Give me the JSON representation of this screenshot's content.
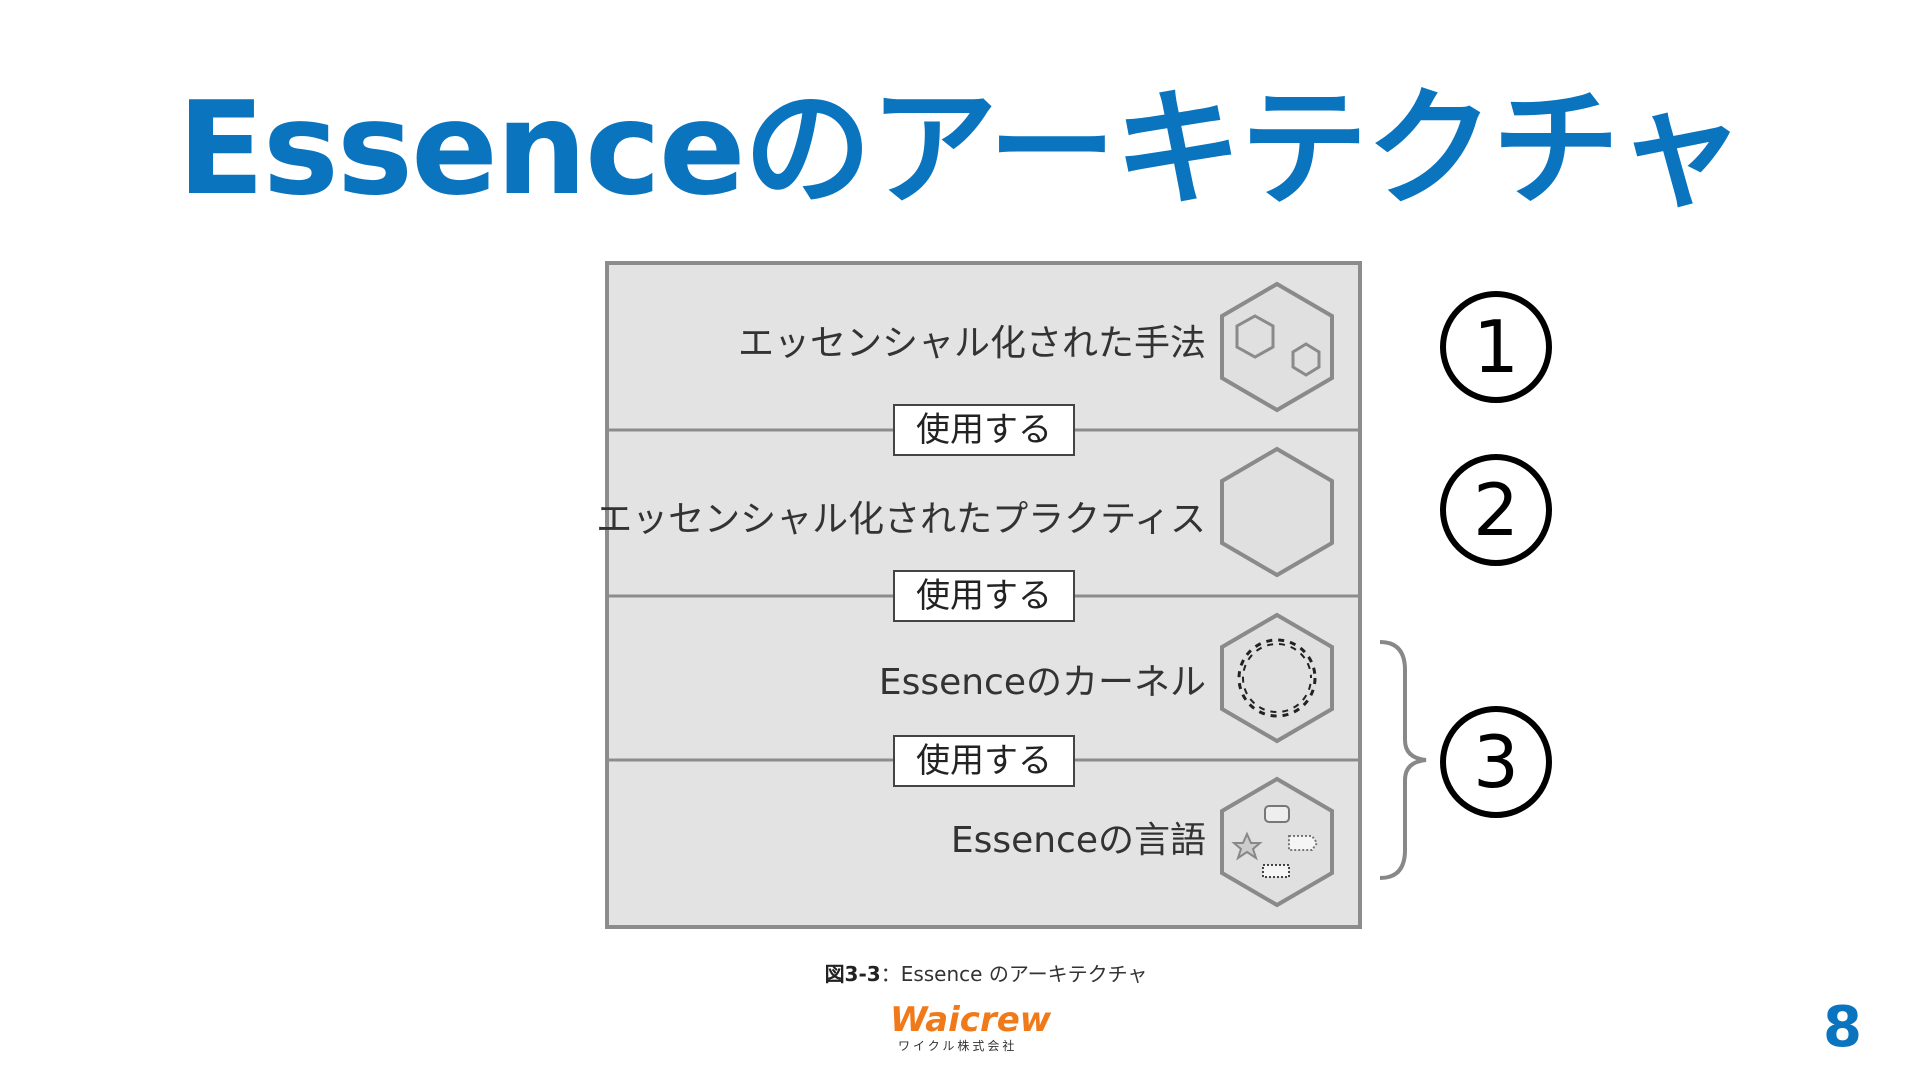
{
  "title": "Essenceのアーキテクチャ",
  "layers": [
    {
      "label": "エッセンシャル化された手法",
      "icon": "two-hexagons-icon",
      "number": "1"
    },
    {
      "label": "エッセンシャル化されたプラクティス",
      "icon": "plain-hexagon-icon",
      "number": "2"
    },
    {
      "label": "Essenceのカーネル",
      "icon": "gear-hexagon-icon"
    },
    {
      "label": "Essenceの言語",
      "icon": "language-symbols-hexagon-icon"
    }
  ],
  "uses_label": "使用する",
  "group_number": "3",
  "caption": {
    "fig": "図3-3",
    "sep": "：",
    "text": "Essence のアーキテクチャ"
  },
  "logo": {
    "main": "Waicrew",
    "sub": "ワイクル株式会社"
  },
  "page_number": "8",
  "colors": {
    "title": "#0b74bf",
    "panel": "#e3e3e3",
    "border": "#8c8c8c",
    "logo": "#f07a1a"
  }
}
